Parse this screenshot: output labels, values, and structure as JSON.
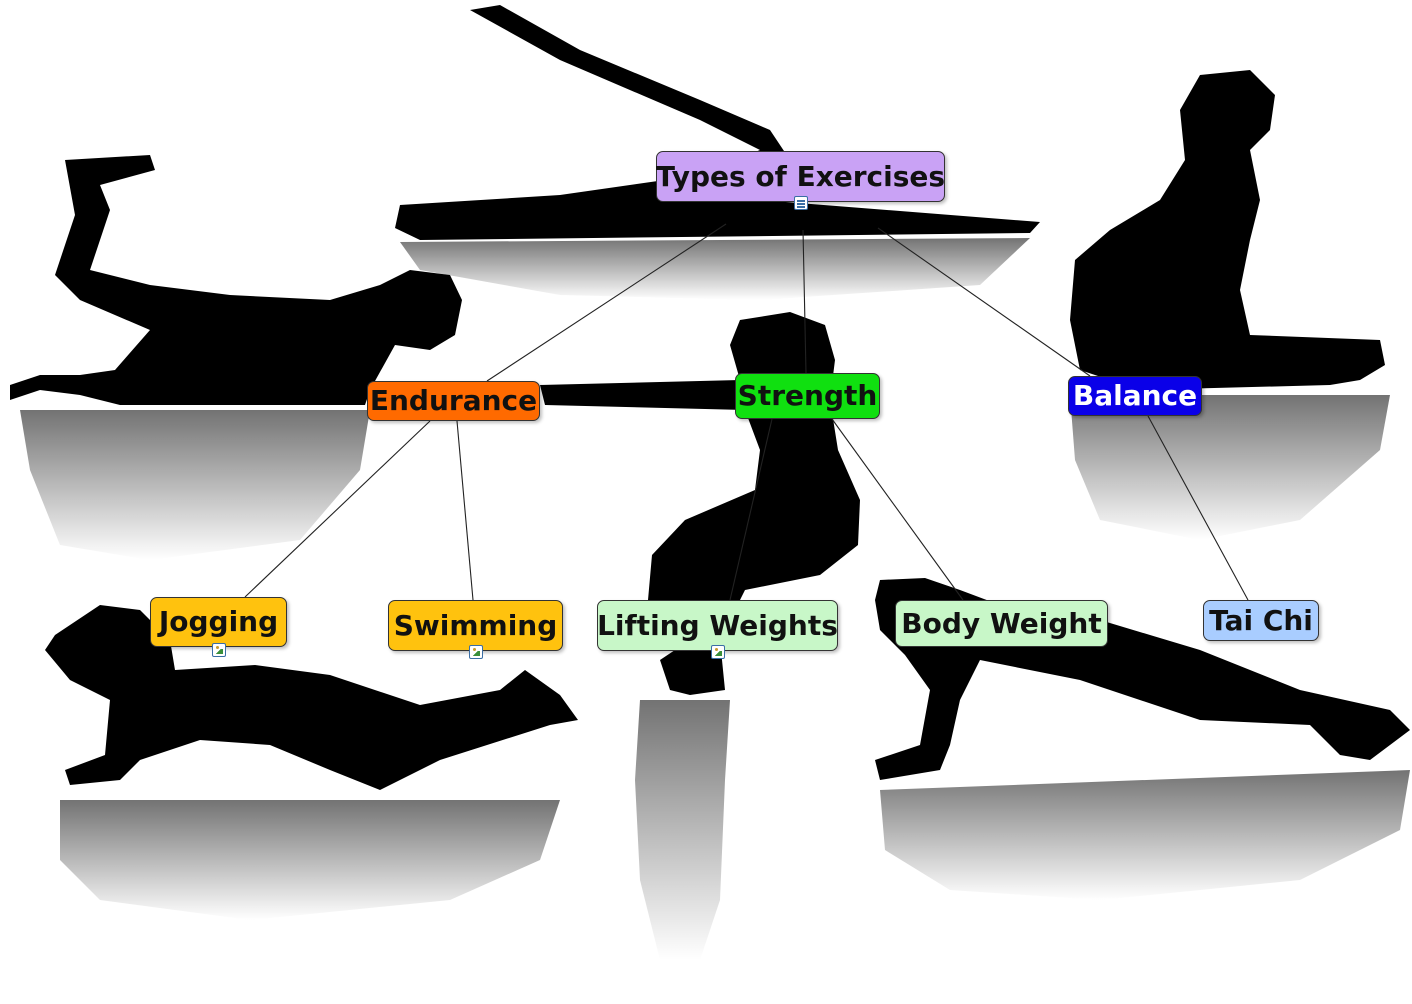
{
  "diagram": {
    "root": {
      "label": "Types of Exercises",
      "color": "#c9a2f5",
      "text_color": "#111111",
      "icon": "note-icon"
    },
    "categories": [
      {
        "id": "endurance",
        "label": "Endurance",
        "color": "#ff6a00",
        "text_color": "#111111"
      },
      {
        "id": "strength",
        "label": "Strength",
        "color": "#10e010",
        "text_color": "#111111"
      },
      {
        "id": "balance",
        "label": "Balance",
        "color": "#0a00e8",
        "text_color": "#ffffff"
      }
    ],
    "leaves": [
      {
        "id": "jogging",
        "label": "Jogging",
        "parent": "endurance",
        "color": "#ffc20e",
        "text_color": "#111111",
        "icon": "image-icon"
      },
      {
        "id": "swimming",
        "label": "Swimming",
        "parent": "endurance",
        "color": "#ffc20e",
        "text_color": "#111111",
        "icon": "image-icon"
      },
      {
        "id": "lifting-weights",
        "label": "Lifting Weights",
        "parent": "strength",
        "color": "#c8f7c8",
        "text_color": "#111111",
        "icon": "image-icon"
      },
      {
        "id": "body-weight",
        "label": "Body Weight",
        "parent": "strength",
        "color": "#c8f7c8",
        "text_color": "#111111"
      },
      {
        "id": "tai-chi",
        "label": "Tai Chi",
        "parent": "balance",
        "color": "#a9cdff",
        "text_color": "#111111"
      }
    ],
    "background_icons": [
      "leg-raise-silhouette-icon",
      "kneeling-kickback-silhouette-icon",
      "lunge-silhouette-icon",
      "squat-silhouette-icon",
      "push-up-silhouette-icon",
      "plank-silhouette-icon"
    ]
  }
}
